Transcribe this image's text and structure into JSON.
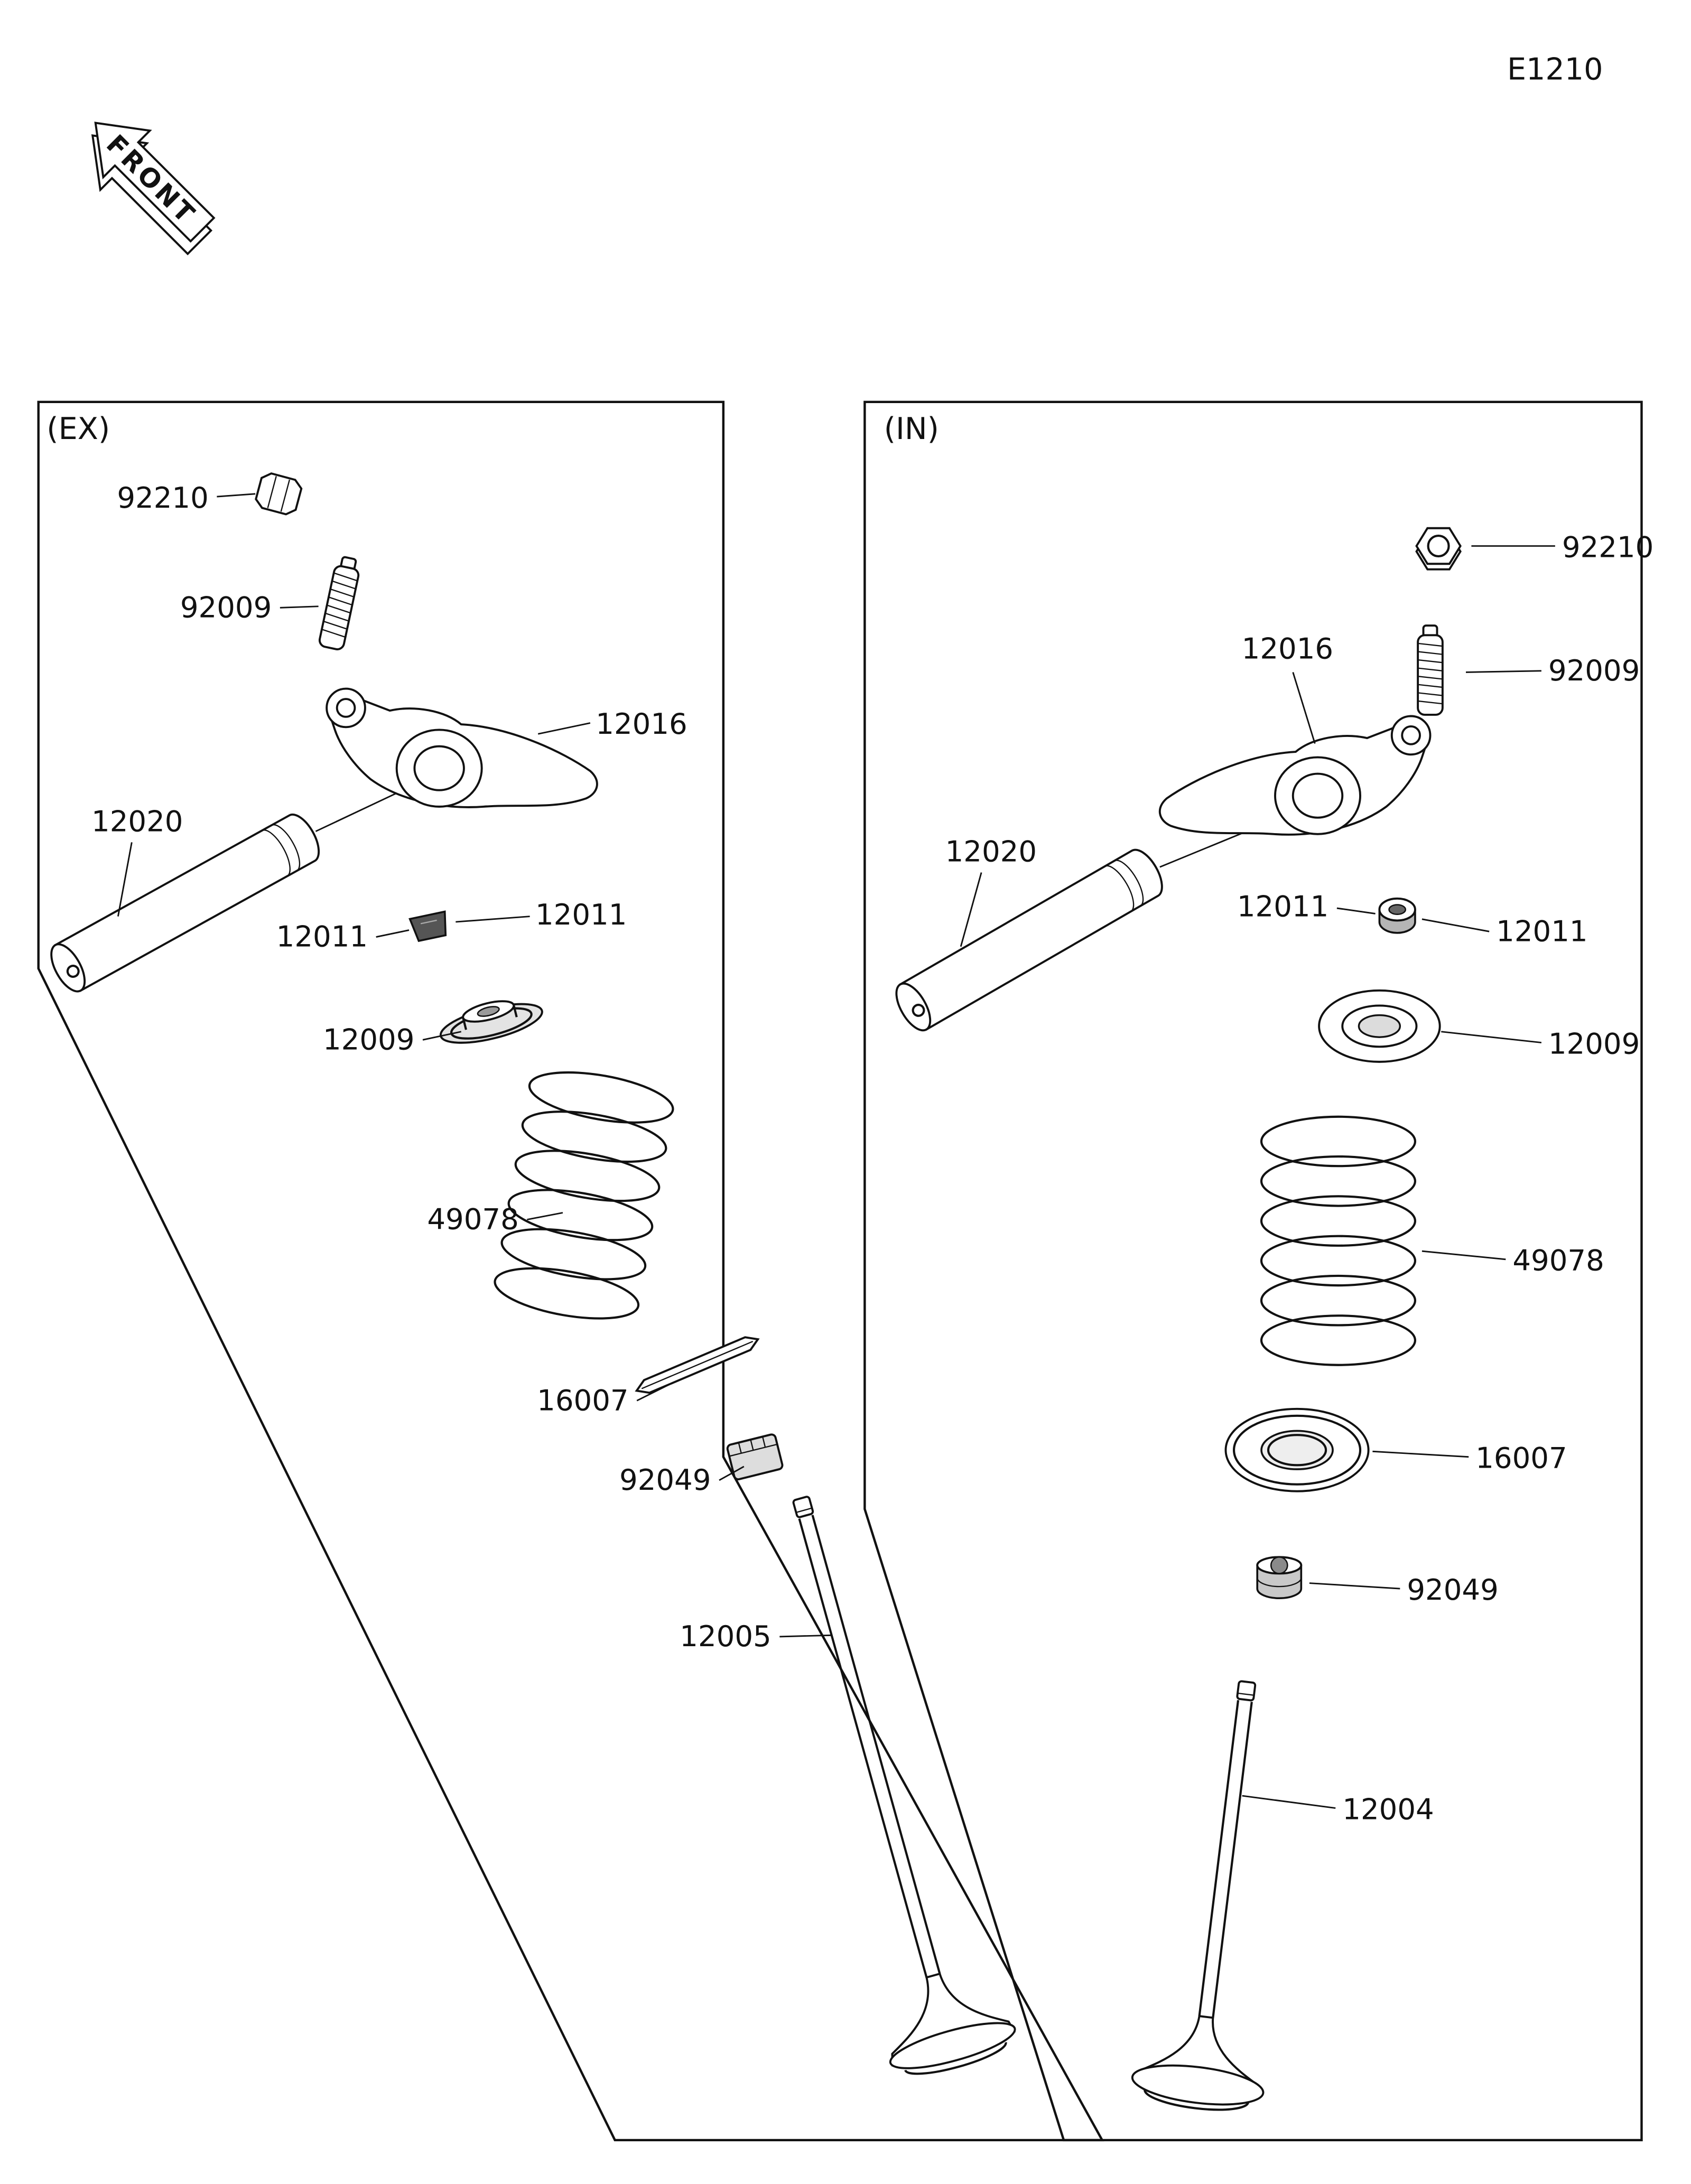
{
  "page": {
    "diagram_code": "E1210",
    "front_arrow": "FRONT"
  },
  "ex_panel": {
    "title": "(EX)",
    "parts": {
      "nut": "92210",
      "adjusting_screw": "92009",
      "rocker_arm": "12016",
      "rocker_shaft": "12020",
      "keeper_a": "12011",
      "keeper_b": "12011",
      "spring_retainer": "12009",
      "valve_spring": "49078",
      "spring_seat": "16007",
      "valve_seal": "92049",
      "exhaust_valve": "12005"
    }
  },
  "in_panel": {
    "title": "(IN)",
    "parts": {
      "nut": "92210",
      "adjusting_screw": "92009",
      "rocker_arm": "12016",
      "rocker_shaft": "12020",
      "keeper_a": "12011",
      "keeper_b": "12011",
      "spring_retainer": "12009",
      "valve_spring": "49078",
      "spring_seat": "16007",
      "valve_seal": "92049",
      "intake_valve": "12004"
    }
  }
}
